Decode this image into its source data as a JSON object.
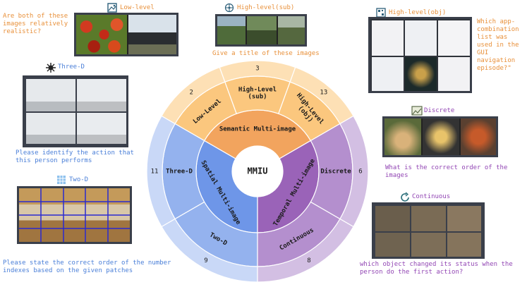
{
  "center": {
    "label": "MMIU"
  },
  "categories": {
    "semantic": "Semantic Multi-image",
    "spatial": "Spatial Multi-image",
    "temporal": "Temporal Multi-image"
  },
  "tasks": {
    "low_level": {
      "label": "Low-Level",
      "count": "2",
      "tag": "Low-level",
      "question": "Are both of these images relatively realistic?"
    },
    "high_sub": {
      "label": "High-Level",
      "label2": "(sub)",
      "count": "3",
      "tag": "High-level(sub)",
      "question": "Give a title of these images"
    },
    "high_obj": {
      "label": "High-Level",
      "label2": "(obj)",
      "count": "13",
      "tag": "High-level(obj)",
      "question": "Which app-combination list was used in the GUI navigation episode?\""
    },
    "three_d": {
      "label": "Three-D",
      "count": "11",
      "tag": "Three-D",
      "question": "Please identify the action that this person performs"
    },
    "two_d": {
      "label": "Two-D",
      "count": "9",
      "tag": "Two-D",
      "question": "Please state the correct order of the number indexes based on the given patches"
    },
    "discrete": {
      "label": "Discrete",
      "count": "6",
      "tag": "Discrete",
      "question": "What is the correct order of the images"
    },
    "continuous": {
      "label": "Continuous",
      "count": "8",
      "tag": "Continuous",
      "question": "which object changed its status when the person do the first action?"
    }
  },
  "colors": {
    "semantic_inner": "#f2a45e",
    "semantic_mid": "#fbc77e",
    "semantic_outer": "#fde0b5",
    "spatial_inner": "#6e96e8",
    "spatial_mid": "#94b2ee",
    "spatial_outer": "#c9d8f7",
    "temporal_inner": "#9a63b8",
    "temporal_mid": "#b48fce",
    "temporal_outer": "#d3bfe3"
  }
}
